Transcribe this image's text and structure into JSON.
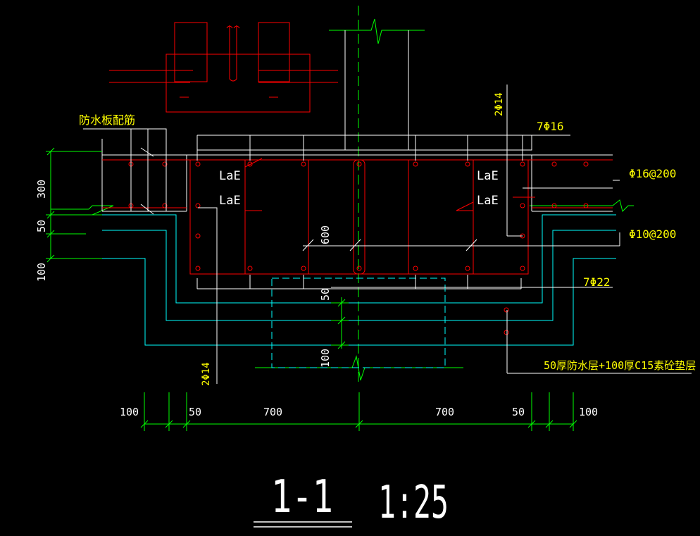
{
  "drawing": {
    "section_label": "1-1",
    "scale_label": "1:25"
  },
  "annotations": {
    "waterproof_slab_rebar": "防水板配筋",
    "top_bars": "7Φ16",
    "side_bars_top": "2Φ14",
    "side_bars_bottom": "2Φ14",
    "slab_bars": "Φ16@200",
    "stirrups": "Φ10@200",
    "bottom_bars": "7Φ22",
    "cushion_note": "50厚防水层+100厚C15素砼垫层",
    "anchor_1": "LaE",
    "anchor_2": "LaE",
    "anchor_3": "LaE",
    "anchor_4": "LaE"
  },
  "dimensions": {
    "left_vertical": [
      "300",
      "50",
      "100"
    ],
    "beam_height": "600",
    "pit_50": "50",
    "pit_100": "100",
    "bottom_horizontal": [
      "100",
      "50",
      "700",
      "700",
      "50",
      "100"
    ]
  },
  "colors": {
    "background": "#000000",
    "rebar": "#ff0000",
    "concrete": "#ffffff",
    "waterproof": "#00ffff",
    "dimension": "#00ff00",
    "annotation": "#ffff00"
  }
}
